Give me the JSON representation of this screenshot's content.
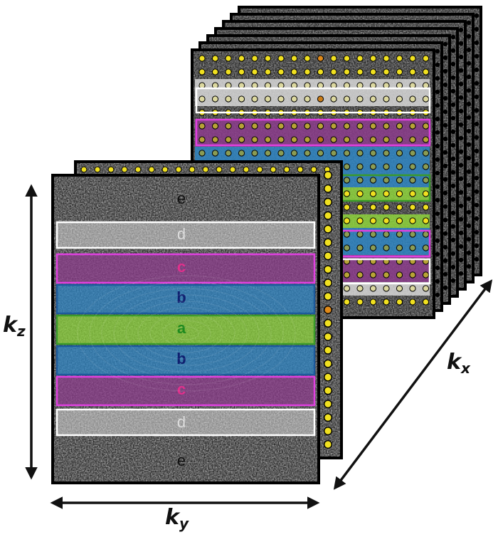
{
  "axes": {
    "kz": {
      "symbol": "k",
      "sub": "z"
    },
    "ky": {
      "symbol": "k",
      "sub": "y"
    },
    "kx": {
      "symbol": "k",
      "sub": "x"
    }
  },
  "bands": [
    {
      "label": "e",
      "color": "#111111",
      "fill": "none",
      "outline": "none"
    },
    {
      "label": "d",
      "color": "#dddddd",
      "fill": "#d8d8d8",
      "outline": "#ffffff"
    },
    {
      "label": "c",
      "color": "#e0308c",
      "fill": "#8c3c8c",
      "outline": "#e040e0"
    },
    {
      "label": "b",
      "color": "#102070",
      "fill": "#2f86c4",
      "outline": "#1c5a9c"
    },
    {
      "label": "a",
      "color": "#1e8a1e",
      "fill": "#8ed43c",
      "outline": "#3a9a2a"
    },
    {
      "label": "b",
      "color": "#102070",
      "fill": "#2f86c4",
      "outline": "#1c5a9c"
    },
    {
      "label": "c",
      "color": "#e0308c",
      "fill": "#8c3c8c",
      "outline": "#e040e0"
    },
    {
      "label": "d",
      "color": "#dddddd",
      "fill": "#d8d8d8",
      "outline": "#ffffff"
    },
    {
      "label": "e",
      "color": "#111111",
      "fill": "none",
      "outline": "none"
    }
  ],
  "colors": {
    "sample_dot": "#f0e020",
    "highlight_dot": "#e08a1a",
    "frame": "#000000",
    "noise": "#7a7a7a"
  }
}
